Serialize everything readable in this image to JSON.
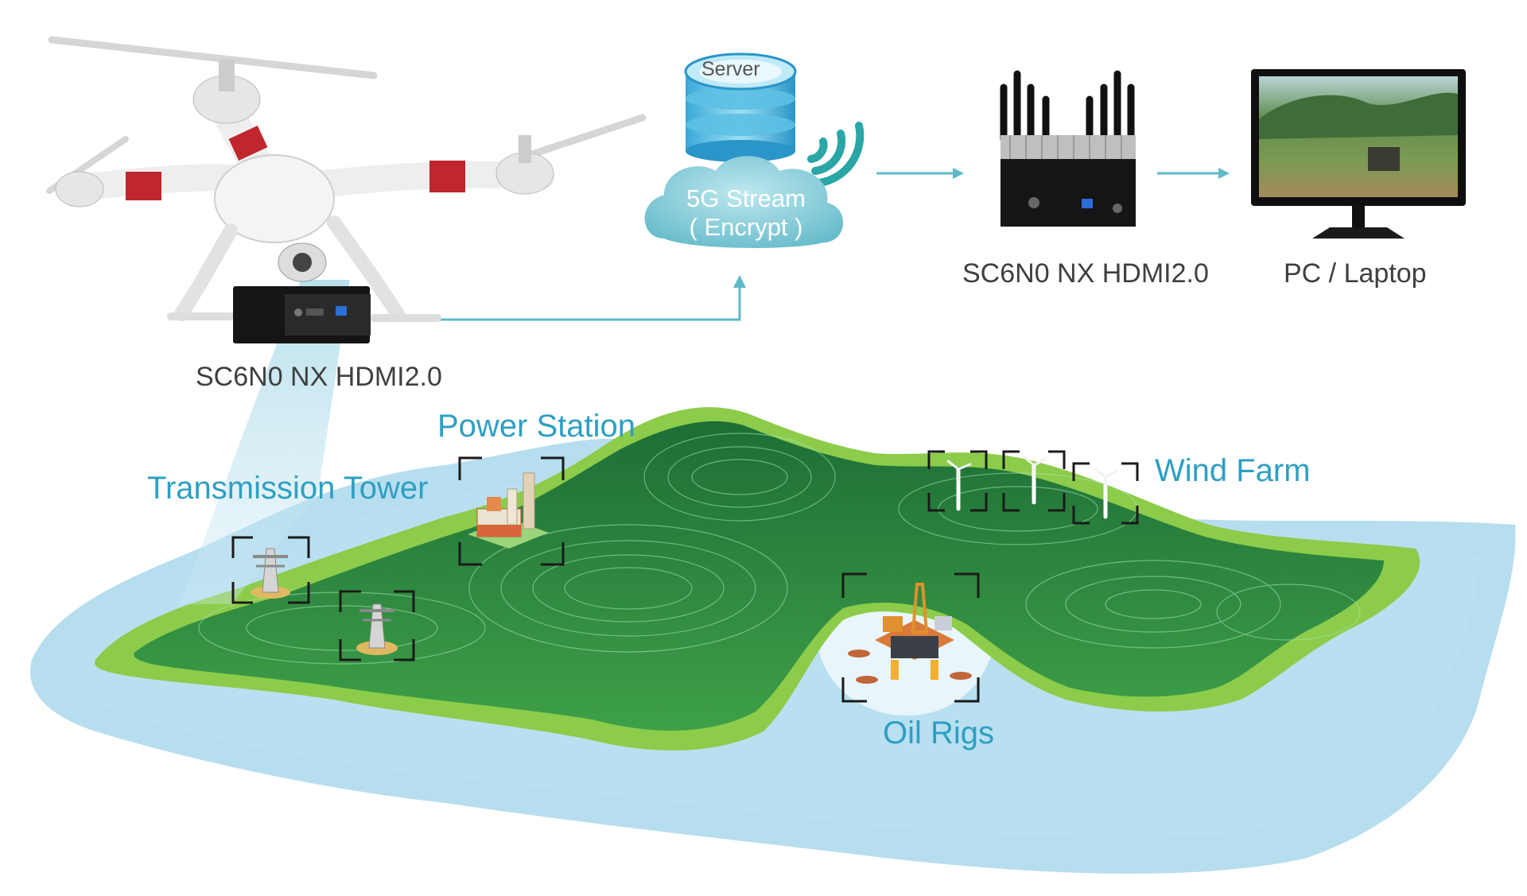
{
  "server": {
    "label": "Server"
  },
  "cloud": {
    "line1": "5G Stream",
    "line2": "( Encrypt )"
  },
  "devices": {
    "drone_box": "SC6N0 NX HDMI2.0",
    "receiver": "SC6N0 NX HDMI2.0",
    "pc": "PC  / Laptop"
  },
  "sites": {
    "power_station": "Power Station",
    "transmission_tower": "Transmission Tower",
    "wind_farm": "Wind Farm",
    "oil_rigs": "Oil Rigs"
  },
  "colors": {
    "accent": "#2e9fc3",
    "arrow": "#5fb9c9",
    "land_dark": "#1f7a3a",
    "land_light": "#6cbf3a",
    "water": "#8cc8e3"
  }
}
